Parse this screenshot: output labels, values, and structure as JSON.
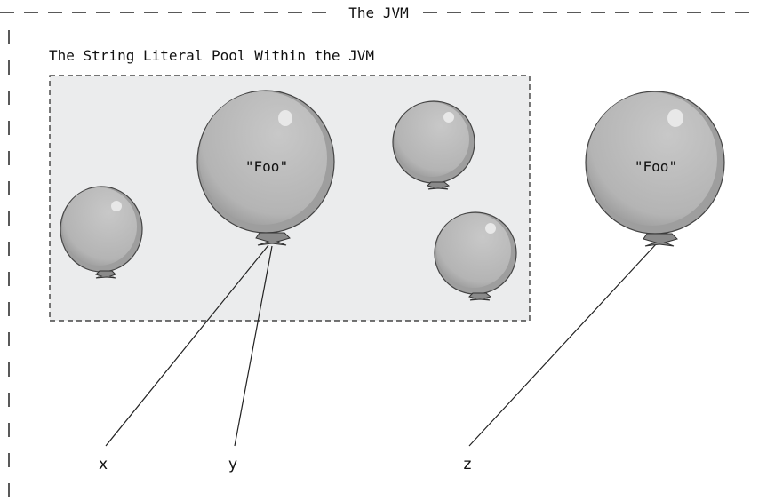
{
  "diagram": {
    "jvm_title": "The JVM",
    "pool_title": "The String Literal Pool Within the JVM",
    "balloons": [
      {
        "id": "foo-in-pool",
        "label": "\"Foo\"",
        "in_pool": true
      },
      {
        "id": "empty-1",
        "label": "",
        "in_pool": true
      },
      {
        "id": "empty-2",
        "label": "",
        "in_pool": true
      },
      {
        "id": "empty-3",
        "label": "",
        "in_pool": true
      },
      {
        "id": "foo-outside-pool",
        "label": "\"Foo\"",
        "in_pool": false
      }
    ],
    "references": [
      {
        "name": "x",
        "points_to": "foo-in-pool"
      },
      {
        "name": "y",
        "points_to": "foo-in-pool"
      },
      {
        "name": "z",
        "points_to": "foo-outside-pool"
      }
    ],
    "colors": {
      "balloon_fill": "#b9b9b9",
      "balloon_shade": "#9a9a9a",
      "pool_fill": "#ebeced",
      "stroke": "#222222"
    }
  }
}
